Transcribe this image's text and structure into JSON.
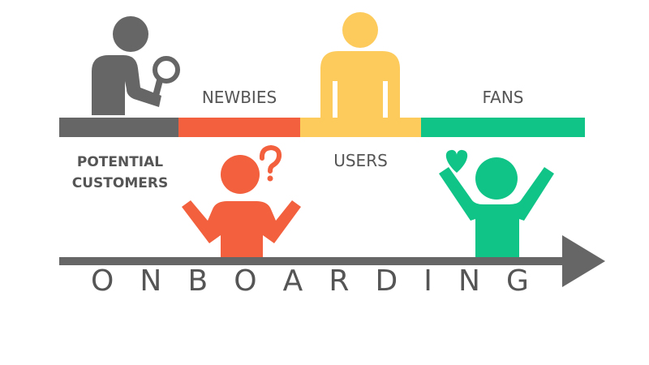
{
  "stages": [
    {
      "id": "potential",
      "line1": "POTENTIAL",
      "line2": "CUSTOMERS",
      "color": "#666666"
    },
    {
      "id": "newbies",
      "label": "NEWBIES",
      "color": "#f2603d"
    },
    {
      "id": "users",
      "label": "USERS",
      "color": "#fccb5b"
    },
    {
      "id": "fans",
      "label": "FANS",
      "color": "#10c488"
    }
  ],
  "title": {
    "text": "ONBOARDING",
    "letters": [
      "O",
      "N",
      "B",
      "O",
      "A",
      "R",
      "D",
      "I",
      "N",
      "G"
    ]
  },
  "colors": {
    "text": "#555555",
    "figure_gray": "#666666",
    "figure_red": "#f2603d",
    "figure_yellow": "#fccb5b",
    "figure_green": "#10c488",
    "arrow": "#666666"
  },
  "icons": [
    "magnifier-icon",
    "question-mark-icon",
    "heart-icon"
  ]
}
